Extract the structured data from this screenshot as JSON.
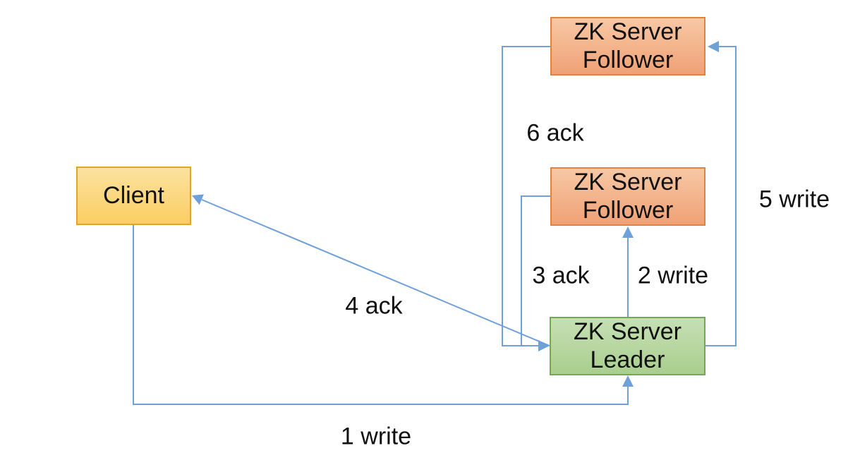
{
  "colors": {
    "connector": "#6FA0D8",
    "text": "#111111",
    "client_fill_top": "#FBE2A0",
    "client_fill_bottom": "#FBCE61",
    "client_border": "#DFA52E",
    "follower_fill_top": "#F7C8A5",
    "follower_fill_bottom": "#F0A175",
    "follower_border": "#E3813E",
    "leader_fill_top": "#C6E0B4",
    "leader_fill_bottom": "#A9CE8E",
    "leader_border": "#75A94F",
    "background": "#FFFFFF"
  },
  "nodes": {
    "client": {
      "label": "Client"
    },
    "follower_top": {
      "label": "ZK Server\nFollower"
    },
    "follower_mid": {
      "label": "ZK Server\nFollower"
    },
    "leader": {
      "label": "ZK Server\nLeader"
    }
  },
  "edges": {
    "write1": {
      "label": "1 write",
      "from": "client",
      "to": "leader"
    },
    "write2": {
      "label": "2 write",
      "from": "leader",
      "to": "follower_mid"
    },
    "ack3": {
      "label": "3 ack",
      "from": "follower_mid",
      "to": "leader"
    },
    "ack4": {
      "label": "4 ack",
      "from": "leader",
      "to": "client"
    },
    "write5": {
      "label": "5 write",
      "from": "leader",
      "to": "follower_top"
    },
    "ack6": {
      "label": "6 ack",
      "from": "follower_top",
      "to": "leader"
    }
  }
}
